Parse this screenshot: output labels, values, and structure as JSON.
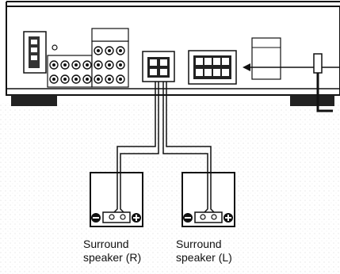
{
  "speakers": [
    {
      "id": "surround-right",
      "line1": "Surround",
      "line2": "speaker (R)"
    },
    {
      "id": "surround-left",
      "line1": "Surround",
      "line2": "speaker (L)"
    }
  ]
}
